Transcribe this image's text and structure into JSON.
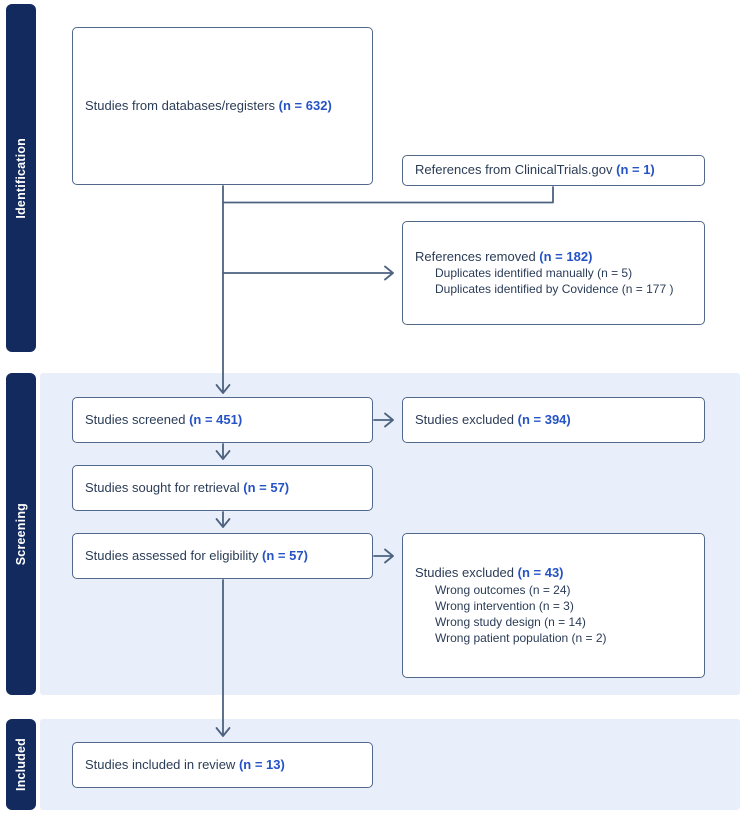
{
  "diagram_type": "prisma-flow-diagram",
  "sections": [
    {
      "label": "Identification"
    },
    {
      "label": "Screening"
    },
    {
      "label": "Included"
    }
  ],
  "boxes": [
    {
      "label": "Studies from databases/registers",
      "n": "(n = 632)"
    },
    {
      "label": "References from ClinicalTrials.gov",
      "n": "(n = 1)"
    },
    {
      "label": "References removed",
      "n": "(n = 182)",
      "subs": [
        "Duplicates identified manually (n = 5)",
        "Duplicates identified by Covidence (n = 177 )"
      ]
    },
    {
      "label": "Studies screened",
      "n": "(n = 451)"
    },
    {
      "label": "Studies excluded",
      "n": "(n = 394)"
    },
    {
      "label": "Studies sought for retrieval",
      "n": "(n = 57)"
    },
    {
      "label": "Studies assessed for eligibility",
      "n": "(n = 57)"
    },
    {
      "label": "Studies excluded",
      "n": "(n = 43)",
      "subs": [
        "Wrong outcomes (n = 24)",
        "Wrong intervention (n = 3)",
        "Wrong study design (n = 14)",
        "Wrong patient population (n = 2)"
      ]
    },
    {
      "label": "Studies included in review",
      "n": "(n = 13)"
    }
  ],
  "colors": {
    "sidebar_navy": "#122a5e",
    "section_panel_blue": "#e9effa",
    "box_border": "#52688a",
    "arrow": "#4c6280",
    "count_blue": "#2553c5",
    "body_text": "#2b3c57",
    "box_background": "#ffffff",
    "bar_label_text": "#ffffff"
  }
}
